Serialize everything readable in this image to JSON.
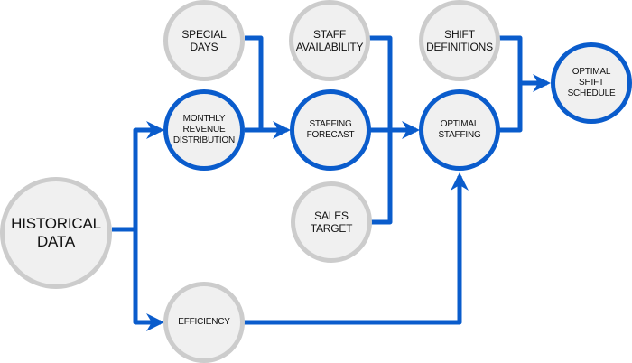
{
  "diagram": {
    "type": "flowchart",
    "colors": {
      "process_border": "#0a5ccc",
      "input_border": "#cccccc",
      "node_fill": "#f0f0f0",
      "connector": "#0a5ccc",
      "text": "#111111"
    },
    "nodes": {
      "historical_data": {
        "label": "HISTORICAL\nDATA",
        "kind": "input"
      },
      "special_days": {
        "label": "SPECIAL\nDAYS",
        "kind": "input"
      },
      "staff_availability": {
        "label": "STAFF\nAVAILABILITY",
        "kind": "input"
      },
      "shift_definitions": {
        "label": "SHIFT\nDEFINITIONS",
        "kind": "input"
      },
      "sales_target": {
        "label": "SALES\nTARGET",
        "kind": "input"
      },
      "efficiency": {
        "label": "EFFICIENCY",
        "kind": "input"
      },
      "monthly_revenue_distribution": {
        "label": "MONTHLY\nREVENUE\nDISTRIBUTION",
        "kind": "process"
      },
      "staffing_forecast": {
        "label": "STAFFING\nFORECAST",
        "kind": "process"
      },
      "optimal_staffing": {
        "label": "OPTIMAL\nSTAFFING",
        "kind": "process"
      },
      "optimal_shift_schedule": {
        "label": "OPTIMAL\nSHIFT\nSCHEDULE",
        "kind": "process"
      }
    },
    "edges": [
      {
        "from": "historical_data",
        "to": "monthly_revenue_distribution"
      },
      {
        "from": "historical_data",
        "to": "efficiency"
      },
      {
        "from": "monthly_revenue_distribution",
        "to": "staffing_forecast"
      },
      {
        "from": "special_days",
        "to": "staffing_forecast"
      },
      {
        "from": "staffing_forecast",
        "to": "optimal_staffing"
      },
      {
        "from": "staff_availability",
        "to": "optimal_staffing"
      },
      {
        "from": "sales_target",
        "to": "optimal_staffing"
      },
      {
        "from": "efficiency",
        "to": "optimal_staffing"
      },
      {
        "from": "optimal_staffing",
        "to": "optimal_shift_schedule"
      },
      {
        "from": "shift_definitions",
        "to": "optimal_shift_schedule"
      }
    ]
  }
}
